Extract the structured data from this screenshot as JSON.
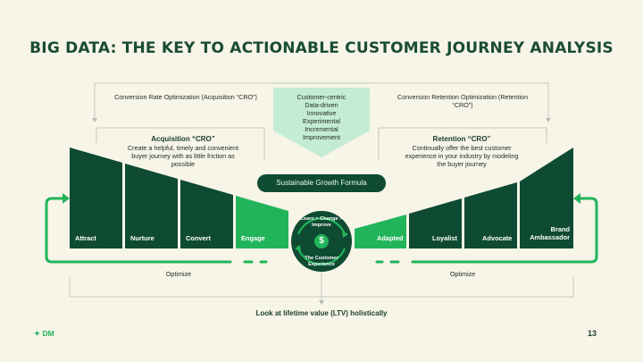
{
  "title": "BIG DATA: THE KEY TO ACTIONABLE CUSTOMER JOURNEY ANALYSIS",
  "top_left_label": "Conversion Rate Optimization (Acquisition “CRO”)",
  "top_right_label": "Conversion Retention Optimization (Retention “CRO”)",
  "center_keywords": [
    "Customer-centric",
    "Data-driven",
    "Innovative",
    "Experimental",
    "Incremental",
    "Improvement"
  ],
  "acquisition": {
    "heading": "Acquisition “CRO”",
    "body": "Create a helpful, timely and convenient buyer journey with as little friction as possible"
  },
  "retention": {
    "heading": "Retention “CRO”",
    "body": "Continually offer the best customer experience in your industry by modeling the buyer journey"
  },
  "formula_label": "Sustainable Growth Formula",
  "stages_left": [
    "Attract",
    "Nurture",
    "Convert",
    "Engage"
  ],
  "stages_right": [
    "Adapted",
    "Loyalist",
    "Advocate",
    "Brand Ambassador"
  ],
  "center_circle": {
    "top_text": "Learn > Change > Improve",
    "bottom_text": "The Customer Experience",
    "symbol": "$"
  },
  "optimize_left": "Optimize",
  "optimize_right": "Optimize",
  "bottom_label": "Look at lifetime value (LTV) holistically",
  "logo_text": "✦ DM",
  "page_number": "13",
  "colors": {
    "dark_green": "#0f4b32",
    "bright_green": "#22b45a",
    "background": "#f7f4e8",
    "title": "#1a4d32"
  }
}
